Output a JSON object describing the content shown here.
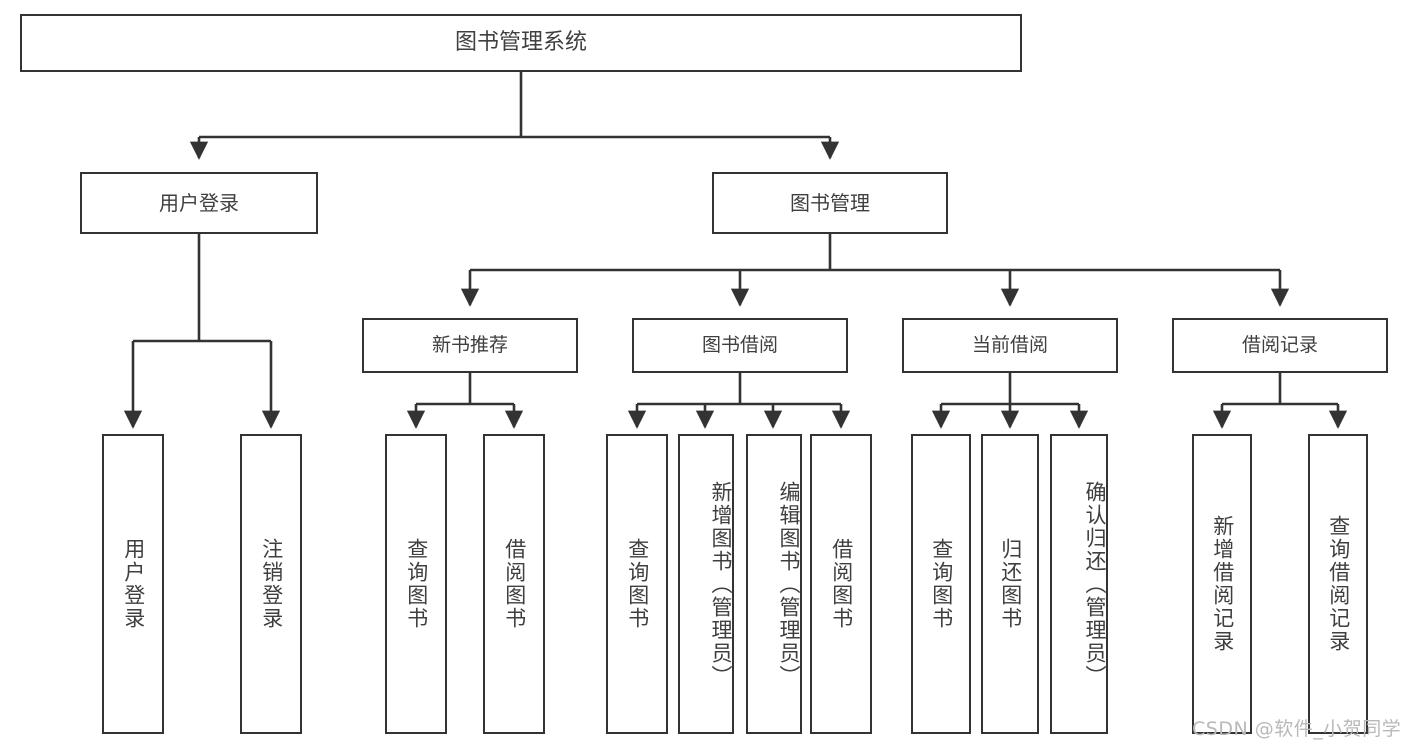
{
  "diagram": {
    "title": "图书管理系统",
    "type": "tree-hierarchy",
    "root": {
      "id": "root",
      "label": "图书管理系统"
    },
    "level1": [
      {
        "id": "user-login",
        "label": "用户登录"
      },
      {
        "id": "book-manage",
        "label": "图书管理"
      }
    ],
    "level2": [
      {
        "id": "new-book-recommend",
        "label": "新书推荐"
      },
      {
        "id": "book-borrow",
        "label": "图书借阅"
      },
      {
        "id": "current-borrow",
        "label": "当前借阅"
      },
      {
        "id": "borrow-record",
        "label": "借阅记录"
      }
    ],
    "leaves": {
      "user_login": [
        {
          "id": "leaf-user-login",
          "label": "用户登录"
        },
        {
          "id": "leaf-logout",
          "label": "注销登录"
        }
      ],
      "new_book_recommend": [
        {
          "id": "leaf-query-book-1",
          "label": "查询图书"
        },
        {
          "id": "leaf-borrow-book-1",
          "label": "借阅图书"
        }
      ],
      "book_borrow": [
        {
          "id": "leaf-query-book-2",
          "label": "查询图书"
        },
        {
          "id": "leaf-add-book",
          "label": "新增图书（管理员）"
        },
        {
          "id": "leaf-edit-book",
          "label": "编辑图书（管理员）"
        },
        {
          "id": "leaf-borrow-book-2",
          "label": "借阅图书"
        }
      ],
      "current_borrow": [
        {
          "id": "leaf-query-book-3",
          "label": "查询图书"
        },
        {
          "id": "leaf-return-book",
          "label": "归还图书"
        },
        {
          "id": "leaf-confirm-return",
          "label": "确认归还（管理员）"
        }
      ],
      "borrow_record": [
        {
          "id": "leaf-add-record",
          "label": "新增借阅记录"
        },
        {
          "id": "leaf-query-record",
          "label": "查询借阅记录"
        }
      ]
    }
  },
  "watermark": {
    "text": "CSDN @软件_小贺同学"
  },
  "colors": {
    "stroke": "#333333",
    "text": "#3f3f3f",
    "background": "#ffffff",
    "watermark": "#b9b9b9"
  }
}
